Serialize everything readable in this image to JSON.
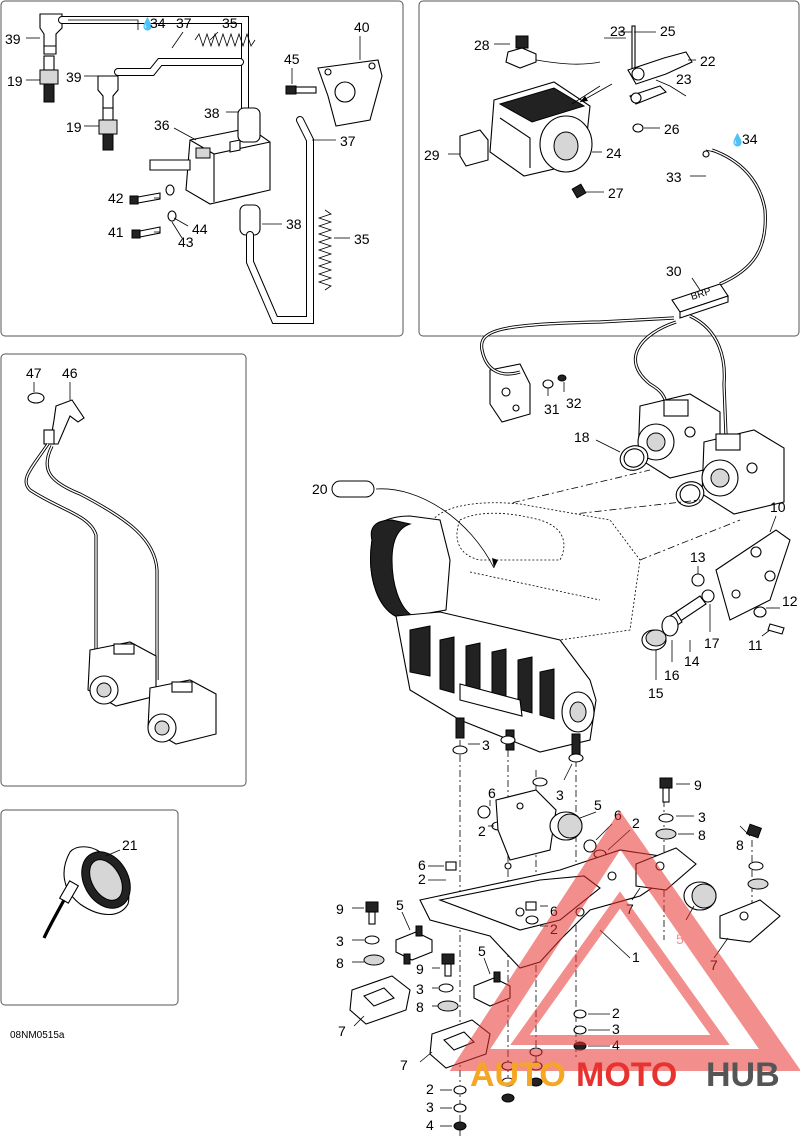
{
  "diagram": {
    "drawing_code": "08NM0515a",
    "watermark": {
      "part1": "AUTO",
      "part2": "MOTO",
      "part3": "HUB",
      "color_red": "#e8322f",
      "color_orange": "#f5a623",
      "color_grey": "#555555"
    },
    "oil_symbol": "💧",
    "labels": {
      "p1": "1",
      "p2": "2",
      "p3": "3",
      "p4": "4",
      "p5": "5",
      "p6": "6",
      "p7": "7",
      "p8": "8",
      "p9": "9",
      "p10": "10",
      "p11": "11",
      "p12": "12",
      "p13": "13",
      "p14": "14",
      "p15": "15",
      "p16": "16",
      "p17": "17",
      "p18": "18",
      "p19": "19",
      "p20": "20",
      "p21": "21",
      "p22": "22",
      "p23": "23",
      "p24": "24",
      "p25": "25",
      "p26": "26",
      "p27": "27",
      "p28": "28",
      "p29": "29",
      "p30": "30",
      "p31": "31",
      "p32": "32",
      "p33": "33",
      "p34": "34",
      "p35": "35",
      "p36": "36",
      "p37": "37",
      "p38": "38",
      "p39": "39",
      "p40": "40",
      "p41": "41",
      "p42": "42",
      "p43": "43",
      "p44": "44",
      "p45": "45",
      "p46": "46",
      "p47": "47"
    }
  }
}
